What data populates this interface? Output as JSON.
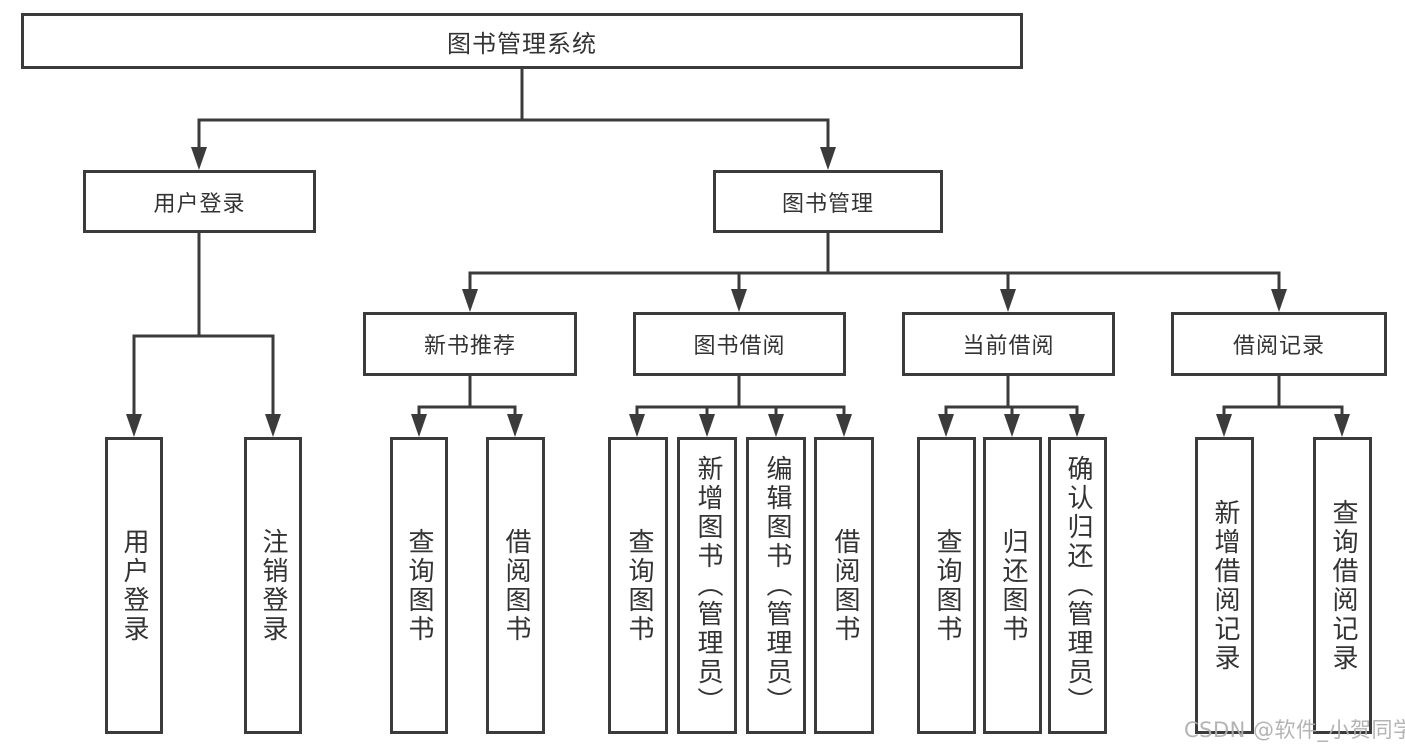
{
  "tree": {
    "label": "图书管理系统",
    "children": [
      {
        "label": "用户登录",
        "children": [
          {
            "label": "用户登录"
          },
          {
            "label": "注销登录"
          }
        ]
      },
      {
        "label": "图书管理",
        "children": [
          {
            "label": "新书推荐",
            "children": [
              {
                "label": "查询图书"
              },
              {
                "label": "借阅图书"
              }
            ]
          },
          {
            "label": "图书借阅",
            "children": [
              {
                "label": "查询图书"
              },
              {
                "label": "新增图书（管理员）"
              },
              {
                "label": "编辑图书（管理员）"
              },
              {
                "label": "借阅图书"
              }
            ]
          },
          {
            "label": "当前借阅",
            "children": [
              {
                "label": "查询图书"
              },
              {
                "label": "归还图书"
              },
              {
                "label": "确认归还（管理员）"
              }
            ]
          },
          {
            "label": "借阅记录",
            "children": [
              {
                "label": "新增借阅记录"
              },
              {
                "label": "查询借阅记录"
              }
            ]
          }
        ]
      }
    ]
  },
  "watermark": {
    "text": "CSDN @软件_小贺同学"
  },
  "colors": {
    "line": "#3b3b3b",
    "text": "#333333",
    "background": "#ffffff",
    "watermark": "#aeaeae"
  }
}
